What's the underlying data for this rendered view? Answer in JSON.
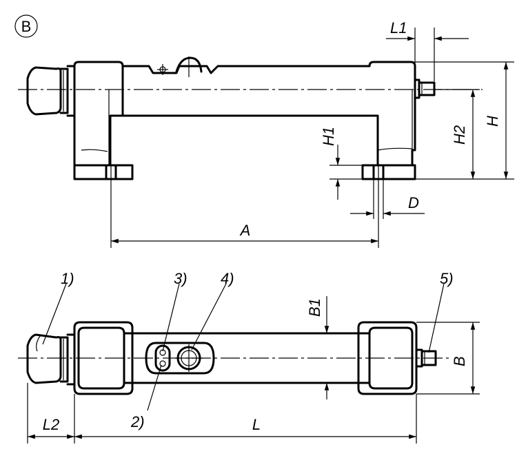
{
  "view_marker": "B",
  "dimensions": {
    "L1": "L1",
    "H": "H",
    "H2": "H2",
    "H1": "H1",
    "D": "D",
    "A": "A",
    "B1": "B1",
    "B": "B",
    "L2": "L2",
    "L": "L"
  },
  "callouts": {
    "c1": "1)",
    "c2": "2)",
    "c3": "3)",
    "c4": "4)",
    "c5": "5)"
  }
}
